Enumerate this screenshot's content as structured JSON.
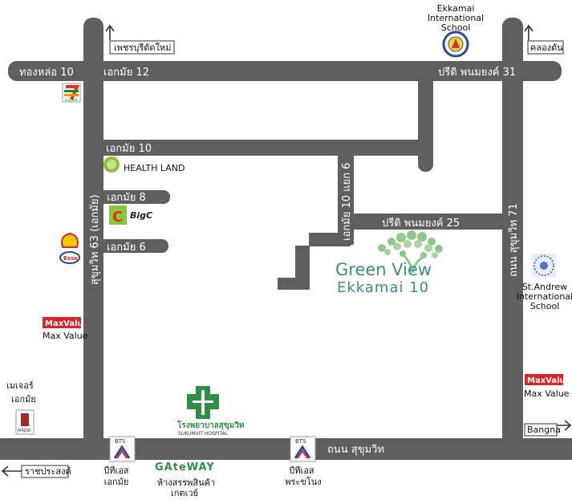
{
  "roads": {
    "sukhumvit_main": "ถนน สุขุมวิท",
    "thonglor_10": "ทองหล่อ 10",
    "ekkamai_12": "เอกมัย 12",
    "pridi_31": "ปรีดิ พนมยงค์ 31",
    "ekkamai_10": "เอกมัย 10",
    "ekkamai_8": "เอกมัย 8",
    "ekkamai_6": "เอกมัย 6",
    "sukhumvit_63": "สุขุมวิท 63 (เอกมัย)",
    "ekkamai_10_yaek_6": "เอกมัย 10 แยก 6",
    "pridi_25": "ปรีดิ พนมยงค์ 25",
    "sukhumvit_71": "ถนน สุขุมวิท 71"
  },
  "directions": {
    "phetchaburi": "เพชรบุรีตัดใหม่",
    "khlong_tan": "คลองตัน",
    "bangna": "Bangna",
    "ratchaprasong": "ราชประสงค์"
  },
  "places": {
    "ekkamai_school": [
      "Ekkamai",
      "International",
      "School"
    ],
    "st_andrew": [
      "St.Andrew",
      "International",
      "School"
    ],
    "health_land": "HEALTH LAND",
    "big_c": "BigC",
    "seven_eleven": "ELEVEN",
    "esso": "Esso",
    "maxvalu_logo": "MaxValu",
    "maxvalu_left": "Max Value",
    "maxvalu_right": "Max Value",
    "major": [
      "เมเจอร์",
      "เอกมัย"
    ],
    "major_logo": "MAJOR",
    "hospital_th": "โรงพยาบาลสุขุมวิท",
    "hospital_en": "SUKUMVIT HOSPITAL",
    "bts_label": "BTS",
    "bts_ekkamai": [
      "บีทีเอส",
      "เอกมัย"
    ],
    "bts_phrakhanong": [
      "บีทีเอส",
      "พระขโนง"
    ],
    "gateway_logo": "GAteWAY",
    "gateway": [
      "ห้างสรรพสินค้า",
      "เกตเวย์"
    ]
  },
  "project": {
    "line1": "Green View",
    "line2": "Ekkamai 10"
  },
  "colors": {
    "road": "#5f5f5f",
    "brand_green": "#2f8f46",
    "project_text": "#3a8d8b",
    "tree_green": "#8fc88e",
    "bts_blue": "#2b4a9a",
    "red": "#d9262c"
  }
}
